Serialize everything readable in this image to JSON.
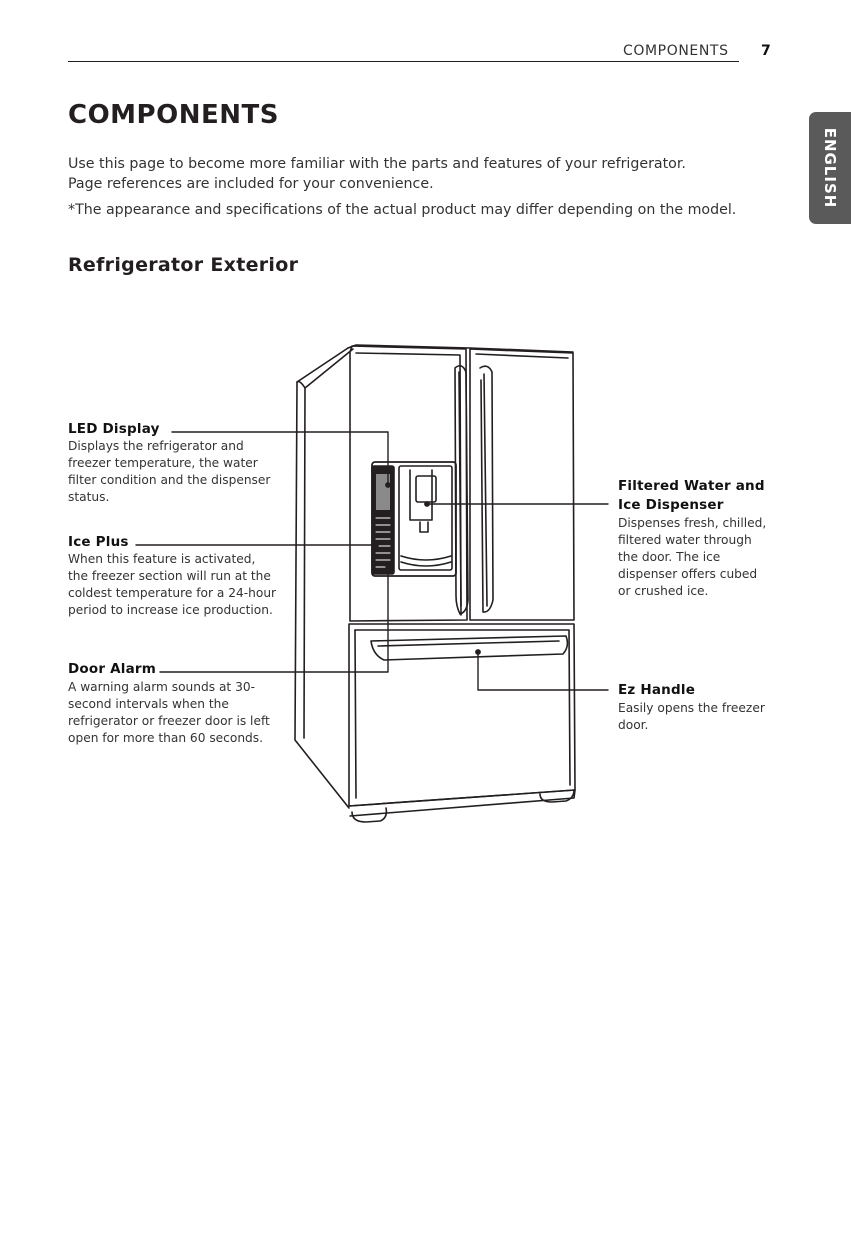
{
  "header": {
    "section": "COMPONENTS",
    "page_number": "7"
  },
  "side_tab": {
    "label": "ENGLISH"
  },
  "page_title": "COMPONENTS",
  "intro": {
    "line1": "Use this page to become more familiar with the parts and features of your refrigerator.",
    "line2": "Page references are included for your convenience.",
    "note": "*The appearance and specifications of the actual product may differ depending on the model."
  },
  "section_title": "Refrigerator Exterior",
  "callouts": {
    "led_display": {
      "label": "LED Display",
      "desc": "Displays the refrigerator and\nfreezer temperature, the water\nfilter condition and the dispenser\nstatus."
    },
    "ice_plus": {
      "label": "Ice Plus",
      "desc": "When this feature is activated,\nthe freezer section will run at the\ncoldest temperature for a 24-hour\nperiod to increase ice production."
    },
    "door_alarm": {
      "label": "Door Alarm",
      "desc": "A warning alarm sounds at 30-\nsecond intervals when the\nrefrigerator or freezer door is left\nopen for more than 60 seconds."
    },
    "water_dispenser": {
      "label_line1": "Filtered Water and",
      "label_line2": "Ice Dispenser",
      "desc": "Dispenses fresh, chilled,\nfiltered water through\nthe door. The ice\ndispenser offers cubed\nor crushed ice."
    },
    "ez_handle": {
      "label": "Ez Handle",
      "desc": "Easily opens the freezer\ndoor."
    }
  }
}
